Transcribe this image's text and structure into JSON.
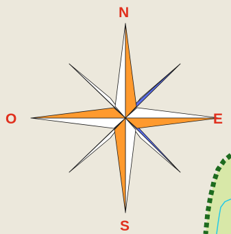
{
  "compass": {
    "north_label": "N",
    "west_label": "O",
    "east_label": "E",
    "south_label": "S",
    "label_color": "#e0301e",
    "primary_fill": "#ff9a2e",
    "diagonal_fill": "#5b6ee8",
    "light_fill": "#ffffff",
    "outline": "#1a1a1a"
  },
  "map": {
    "background": "#ece8dc",
    "land_fill": "#d8e8a8",
    "boundary_color": "#1e6b1e",
    "water_color": "#22c8e8"
  }
}
